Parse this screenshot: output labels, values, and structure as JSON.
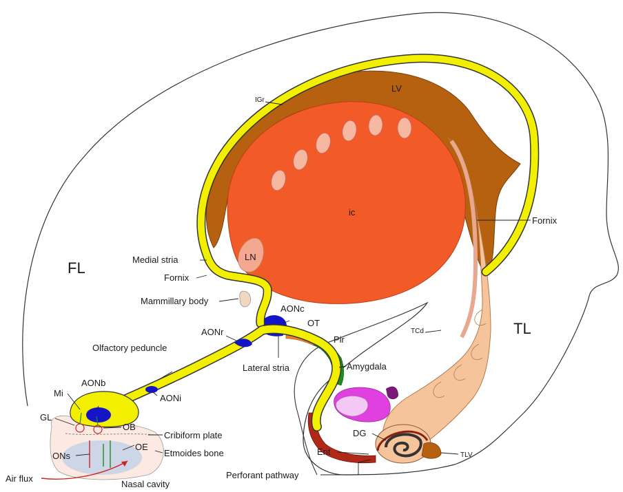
{
  "labels": {
    "FL": "FL",
    "TL": "TL",
    "IGr": "IGr",
    "LV": "LV",
    "ic": "ic",
    "LN": "LN",
    "Fornix_right": "Fornix",
    "Medial_stria": "Medial stria",
    "Fornix_left": "Fornix",
    "Mammillary_body": "Mammillary body",
    "AONc": "AONc",
    "AONr": "AONr",
    "OT": "OT",
    "Pir": "Pir",
    "TCd": "TCd",
    "Olfactory_peduncle": "Olfactory peduncle",
    "Lateral_stria": "Lateral stria",
    "Amygdala": "Amygdala",
    "AONb": "AONb",
    "AONi": "AONi",
    "Mi": "Mi",
    "GL": "GL",
    "OB": "OB",
    "Cribiform_plate": "Cribiform plate",
    "DG": "DG",
    "ONs": "ONs",
    "OE": "OE",
    "Etmoides_bone": "Etmoides bone",
    "Ent": "Ent",
    "TLV": "TLV",
    "Air_flux": "Air flux",
    "Nasal_cavity": "Nasal cavity",
    "Perforant_pathway": "Perforant pathway"
  },
  "colors": {
    "tract_yellow": "#f2f000",
    "ventricle_brown": "#b5610f",
    "internal_capsule": "#f25a28",
    "caudate_peach": "#f6c49a",
    "aon_blue": "#1414c8",
    "ot_orange": "#f08028",
    "pir_green": "#1e8c1e",
    "amygdala_magenta": "#e040e0",
    "entorhinal_red": "#b02818",
    "olfactory_epithelium": "#c8d4e8"
  }
}
